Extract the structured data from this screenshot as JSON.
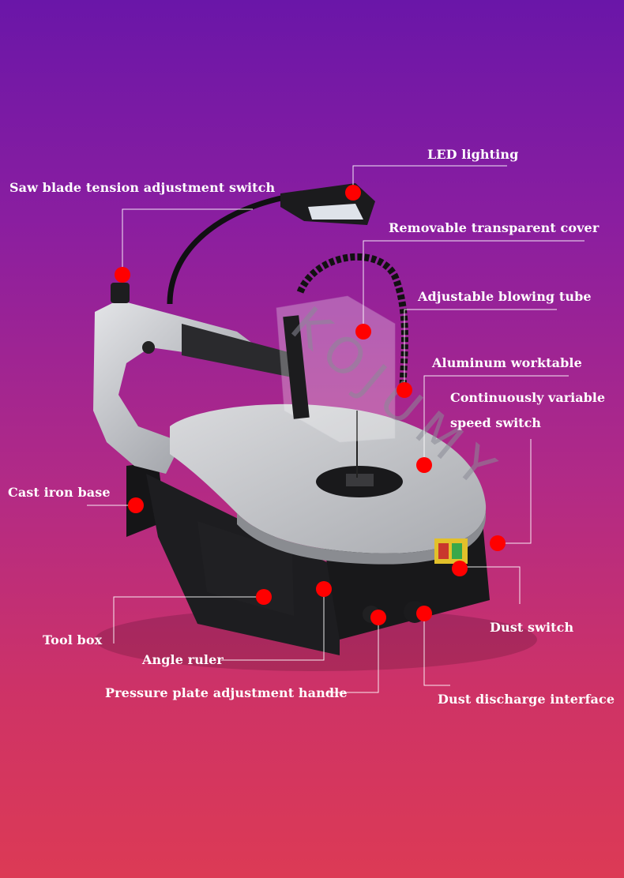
{
  "callouts": {
    "led_lighting": "LED lighting",
    "saw_blade_tension": "Saw blade tension adjustment switch",
    "removable_cover": "Removable transparent cover",
    "blowing_tube": "Adjustable blowing tube",
    "aluminum_worktable": "Aluminum worktable",
    "speed_switch_line1": "Continuously variable",
    "speed_switch_line2": "speed switch",
    "cast_iron_base": "Cast iron base",
    "dust_switch": "Dust switch",
    "tool_box": "Tool box",
    "angle_ruler": "Angle ruler",
    "pressure_plate": "Pressure plate adjustment handle",
    "dust_discharge": "Dust discharge interface"
  },
  "watermark": "KOJUMY",
  "colors": {
    "marker": "#ff0000",
    "leader_line": "#ffffff",
    "machine_silver": "#c9cbd0",
    "machine_black": "#1c1c1e"
  }
}
